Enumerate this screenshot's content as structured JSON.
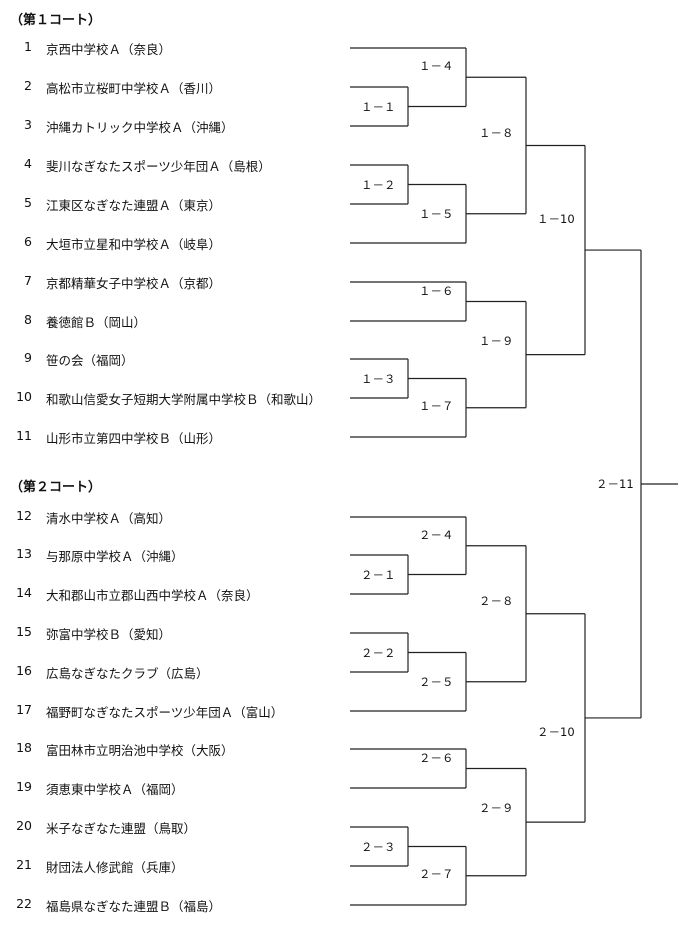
{
  "courts": [
    {
      "key": "court1",
      "label": "（第１コート）"
    },
    {
      "key": "court2",
      "label": "（第２コート）"
    }
  ],
  "teams": [
    {
      "num": "1",
      "name": "京西中学校Ａ（奈良）"
    },
    {
      "num": "2",
      "name": "高松市立桜町中学校Ａ（香川）"
    },
    {
      "num": "3",
      "name": "沖縄カトリック中学校Ａ（沖縄）"
    },
    {
      "num": "4",
      "name": "斐川なぎなたスポーツ少年団Ａ（島根）"
    },
    {
      "num": "5",
      "name": "江東区なぎなた連盟Ａ（東京）"
    },
    {
      "num": "6",
      "name": "大垣市立星和中学校Ａ（岐阜）"
    },
    {
      "num": "7",
      "name": "京都精華女子中学校Ａ（京都）"
    },
    {
      "num": "8",
      "name": "養徳館Ｂ（岡山）"
    },
    {
      "num": "9",
      "name": "笹の会（福岡）"
    },
    {
      "num": "10",
      "name": "和歌山信愛女子短期大学附属中学校Ｂ（和歌山）"
    },
    {
      "num": "11",
      "name": "山形市立第四中学校Ｂ（山形）"
    },
    {
      "num": "12",
      "name": "清水中学校Ａ（高知）"
    },
    {
      "num": "13",
      "name": "与那原中学校Ａ（沖縄）"
    },
    {
      "num": "14",
      "name": "大和郡山市立郡山西中学校Ａ（奈良）"
    },
    {
      "num": "15",
      "name": "弥富中学校Ｂ（愛知）"
    },
    {
      "num": "16",
      "name": "広島なぎなたクラブ（広島）"
    },
    {
      "num": "17",
      "name": "福野町なぎなたスポーツ少年団Ａ（富山）"
    },
    {
      "num": "18",
      "name": "富田林市立明治池中学校（大阪）"
    },
    {
      "num": "19",
      "name": "須恵東中学校Ａ（福岡）"
    },
    {
      "num": "20",
      "name": "米子なぎなた連盟（鳥取）"
    },
    {
      "num": "21",
      "name": "財団法人修武館（兵庫）"
    },
    {
      "num": "22",
      "name": "福島県なぎなた連盟Ｂ（福島）"
    }
  ],
  "matches": {
    "m1_1": "１－１",
    "m1_2": "１－２",
    "m1_3": "１－３",
    "m1_4": "１－４",
    "m1_5": "１－５",
    "m1_6": "１－６",
    "m1_7": "１－７",
    "m1_8": "１－８",
    "m1_9": "１－９",
    "m1_10": "１－10",
    "m2_1": "２－１",
    "m2_2": "２－２",
    "m2_3": "２－３",
    "m2_4": "２－４",
    "m2_5": "２－５",
    "m2_6": "２－６",
    "m2_7": "２－７",
    "m2_8": "２－８",
    "m2_9": "２－９",
    "m2_10": "２－10",
    "final": "２－11"
  }
}
